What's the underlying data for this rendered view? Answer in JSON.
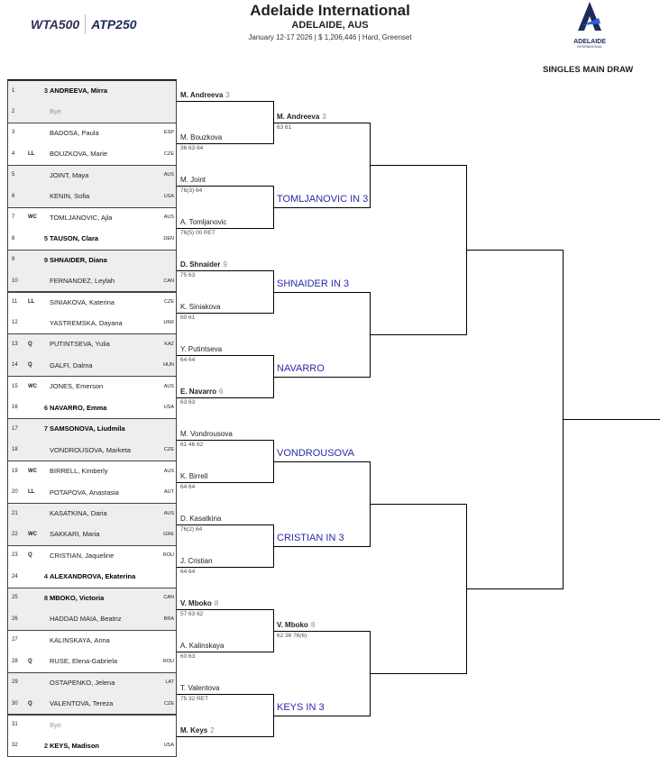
{
  "header": {
    "title": "Adelaide International",
    "city": "ADELAIDE, AUS",
    "info": "January 12-17 2026  |  $ 1,206,446  |  Hard, Greenset",
    "wta": "WTA500",
    "atp": "ATP250",
    "brand": "ADELAIDE",
    "brand_sub": "INTERNATIONAL",
    "draw_label": "SINGLES MAIN DRAW"
  },
  "colors": {
    "prediction": "#2a2aa8",
    "shade": "#eeeeee"
  },
  "draw": [
    {
      "num": "1",
      "tag": "",
      "seed": "3",
      "name": "ANDREEVA, Mirra",
      "cty": "",
      "bold": true
    },
    {
      "num": "2",
      "tag": "",
      "seed": "",
      "name": "Bye",
      "cty": "",
      "bye": true
    },
    {
      "num": "3",
      "tag": "",
      "seed": "",
      "name": "BADOSA, Paula",
      "cty": "ESP"
    },
    {
      "num": "4",
      "tag": "LL",
      "seed": "",
      "name": "BOUZKOVA, Marie",
      "cty": "CZE"
    },
    {
      "num": "5",
      "tag": "",
      "seed": "",
      "name": "JOINT, Maya",
      "cty": "AUS"
    },
    {
      "num": "6",
      "tag": "",
      "seed": "",
      "name": "KENIN, Sofia",
      "cty": "USA"
    },
    {
      "num": "7",
      "tag": "WC",
      "seed": "",
      "name": "TOMLJANOVIC, Ajla",
      "cty": "AUS"
    },
    {
      "num": "8",
      "tag": "",
      "seed": "5",
      "name": "TAUSON, Clara",
      "cty": "DEN",
      "bold": true
    },
    {
      "num": "9",
      "tag": "",
      "seed": "9",
      "name": "SHNAIDER, Diana",
      "cty": "",
      "bold": true
    },
    {
      "num": "10",
      "tag": "",
      "seed": "",
      "name": "FERNANDEZ, Leylah",
      "cty": "CAN"
    },
    {
      "num": "11",
      "tag": "LL",
      "seed": "",
      "name": "SINIAKOVA, Katerina",
      "cty": "CZE"
    },
    {
      "num": "12",
      "tag": "",
      "seed": "",
      "name": "YASTREMSKA, Dayana",
      "cty": "UKR"
    },
    {
      "num": "13",
      "tag": "Q",
      "seed": "",
      "name": "PUTINTSEVA, Yulia",
      "cty": "KAZ"
    },
    {
      "num": "14",
      "tag": "Q",
      "seed": "",
      "name": "GALFI, Dalma",
      "cty": "HUN"
    },
    {
      "num": "15",
      "tag": "WC",
      "seed": "",
      "name": "JONES, Emerson",
      "cty": "AUS"
    },
    {
      "num": "16",
      "tag": "",
      "seed": "6",
      "name": "NAVARRO, Emma",
      "cty": "USA",
      "bold": true
    },
    {
      "num": "17",
      "tag": "",
      "seed": "7",
      "name": "SAMSONOVA, Liudmila",
      "cty": "",
      "bold": true
    },
    {
      "num": "18",
      "tag": "",
      "seed": "",
      "name": "VONDROUSOVA, Marketa",
      "cty": "CZE"
    },
    {
      "num": "19",
      "tag": "WC",
      "seed": "",
      "name": "BIRRELL, Kimberly",
      "cty": "AUS"
    },
    {
      "num": "20",
      "tag": "LL",
      "seed": "",
      "name": "POTAPOVA, Anastasia",
      "cty": "AUT"
    },
    {
      "num": "21",
      "tag": "",
      "seed": "",
      "name": "KASATKINA, Daria",
      "cty": "AUS"
    },
    {
      "num": "22",
      "tag": "WC",
      "seed": "",
      "name": "SAKKARI, Maria",
      "cty": "GRE"
    },
    {
      "num": "23",
      "tag": "Q",
      "seed": "",
      "name": "CRISTIAN, Jaqueline",
      "cty": "ROU"
    },
    {
      "num": "24",
      "tag": "",
      "seed": "4",
      "name": "ALEXANDROVA, Ekaterina",
      "cty": "",
      "bold": true
    },
    {
      "num": "25",
      "tag": "",
      "seed": "8",
      "name": "MBOKO, Victoria",
      "cty": "CAN",
      "bold": true
    },
    {
      "num": "26",
      "tag": "",
      "seed": "",
      "name": "HADDAD MAIA, Beatriz",
      "cty": "BRA"
    },
    {
      "num": "27",
      "tag": "",
      "seed": "",
      "name": "KALINSKAYA, Anna",
      "cty": ""
    },
    {
      "num": "28",
      "tag": "Q",
      "seed": "",
      "name": "RUSE, Elena-Gabriela",
      "cty": "ROU"
    },
    {
      "num": "29",
      "tag": "",
      "seed": "",
      "name": "OSTAPENKO, Jelena",
      "cty": "LAT"
    },
    {
      "num": "30",
      "tag": "Q",
      "seed": "",
      "name": "VALENTOVA, Tereza",
      "cty": "CZE"
    },
    {
      "num": "31",
      "tag": "",
      "seed": "",
      "name": "Bye",
      "cty": "",
      "bye": true
    },
    {
      "num": "32",
      "tag": "",
      "seed": "2",
      "name": "KEYS, Madison",
      "cty": "USA",
      "bold": true
    }
  ],
  "round2": [
    {
      "name": "M. Andreeva",
      "seed": "3",
      "score": "",
      "bold": true
    },
    {
      "name": "M. Bouzkova",
      "seed": "",
      "score": "36 63 64"
    },
    {
      "name": "M. Joint",
      "seed": "",
      "score": "76(3) 64"
    },
    {
      "name": "A. Tomljanovic",
      "seed": "",
      "score": "76(5) 00 RET"
    },
    {
      "name": "D. Shnaider",
      "seed": "9",
      "score": "75 63",
      "bold": true
    },
    {
      "name": "K. Siniakova",
      "seed": "",
      "score": "60 61"
    },
    {
      "name": "Y. Putintseva",
      "seed": "",
      "score": "64 64"
    },
    {
      "name": "E. Navarro",
      "seed": "6",
      "score": "63 63",
      "bold": true
    },
    {
      "name": "M. Vondrousova",
      "seed": "",
      "score": "61 46 62"
    },
    {
      "name": "K. Birrell",
      "seed": "",
      "score": "64 64"
    },
    {
      "name": "D. Kasatkina",
      "seed": "",
      "score": "76(2) 64"
    },
    {
      "name": "J. Cristian",
      "seed": "",
      "score": "64 64"
    },
    {
      "name": "V. Mboko",
      "seed": "8",
      "score": "57 63 62",
      "bold": true
    },
    {
      "name": "A. Kalinskaya",
      "seed": "",
      "score": "60 63"
    },
    {
      "name": "T. Valentova",
      "seed": "",
      "score": "75 32 RET"
    },
    {
      "name": "M. Keys",
      "seed": "2",
      "score": "",
      "bold": true
    }
  ],
  "round3": [
    {
      "name": "M. Andreeva",
      "seed": "3",
      "score": "63 61",
      "bold": true
    },
    {
      "prediction": "TOMLJANOVIC IN 3"
    },
    {
      "prediction": "SHNAIDER IN 3"
    },
    {
      "prediction": "NAVARRO"
    },
    {
      "prediction": "VONDROUSOVA"
    },
    {
      "prediction": "CRISTIAN IN 3"
    },
    {
      "name": "V. Mboko",
      "seed": "8",
      "score": "62 36 76(6)",
      "bold": true
    },
    {
      "prediction": "KEYS IN 3"
    }
  ]
}
